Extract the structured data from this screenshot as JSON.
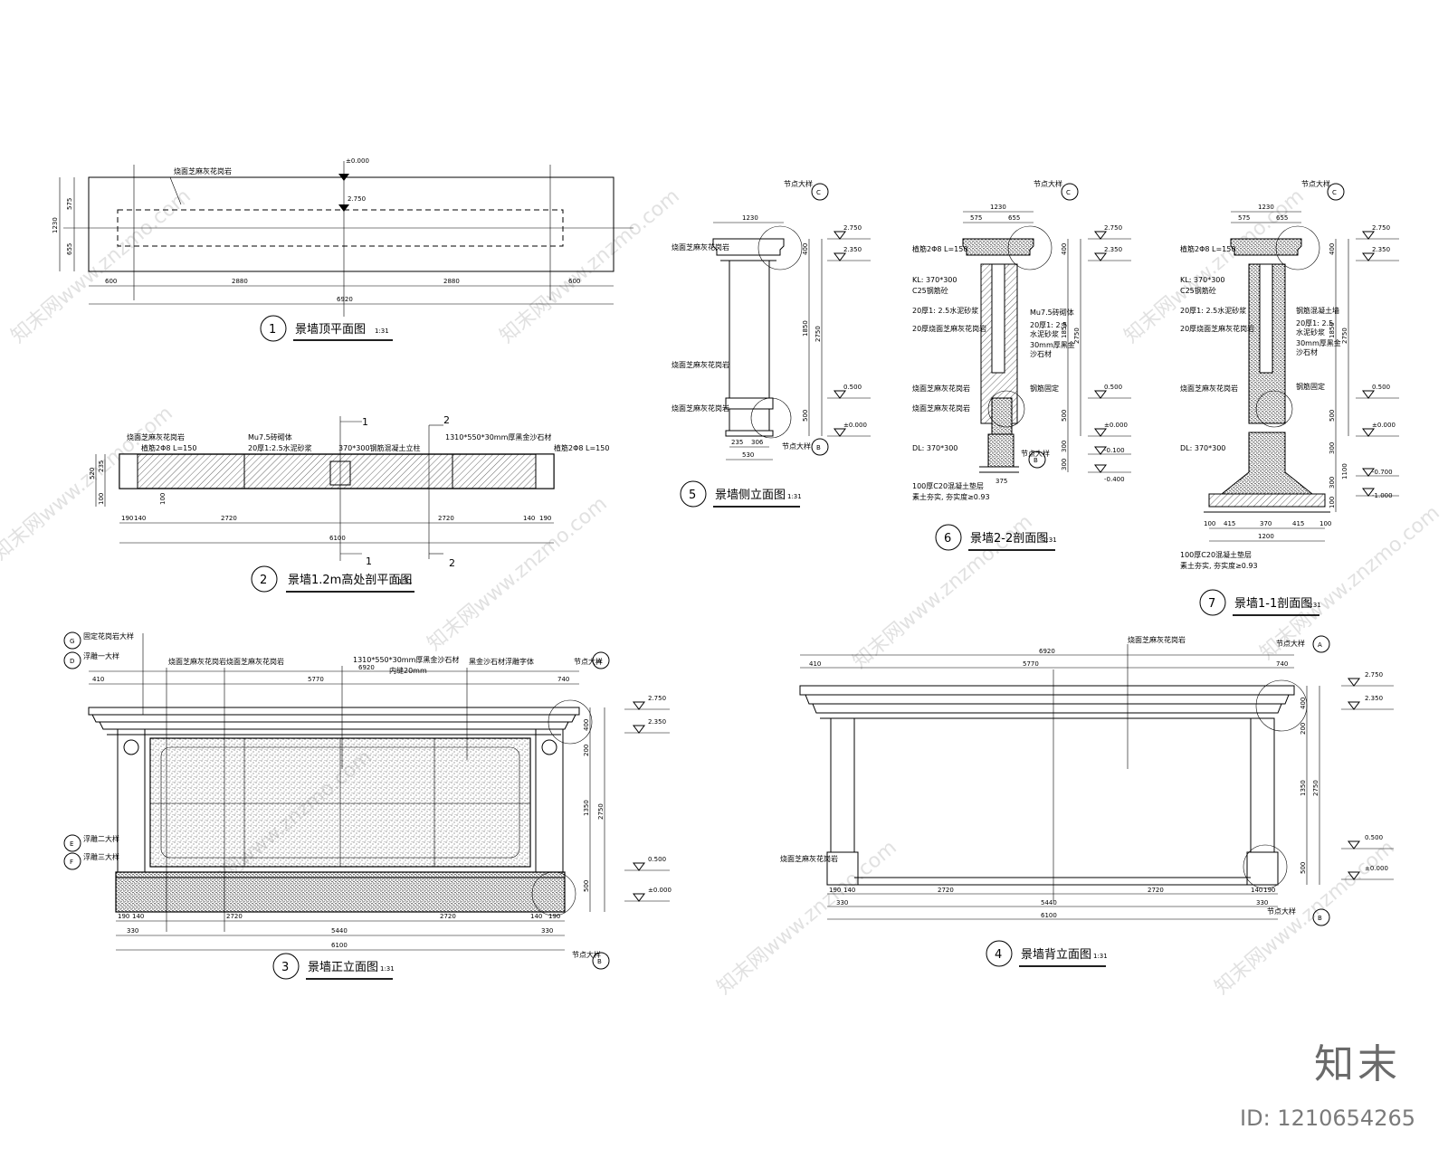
{
  "titles": {
    "t1": "景墙顶平面图",
    "t2": "景墙1.2m高处剖平面图",
    "t3": "景墙正立面图",
    "t4": "景墙背立面图",
    "t5": "景墙侧立面图",
    "t6": "景墙2-2剖面图",
    "t7": "景墙1-1剖面图",
    "scale": "1:31",
    "n1": "1",
    "n2": "2",
    "n3": "3",
    "n4": "4",
    "n5": "5",
    "n6": "6",
    "n7": "7"
  },
  "plan1": {
    "elev_top": "±0.000",
    "elev_mid": "2.750",
    "note": "烧面芝麻灰花岗岩",
    "dims": [
      "600",
      "2880",
      "2880",
      "600",
      "6920",
      "575",
      "655",
      "1230"
    ]
  },
  "plan2": {
    "notes": [
      "烧面芝麻灰花岗岩",
      "Mu7.5砖砌体",
      "20厚1:2.5水泥砂浆",
      "370*300钢筋混凝土立柱",
      "1310*550*30mm厚黑金沙石材",
      "植筋2Φ8  L=150",
      "植筋2Φ8  L=150"
    ],
    "dims": [
      "190",
      "140",
      "2720",
      "2720",
      "140",
      "190",
      "6100",
      "520",
      "235",
      "100",
      "100"
    ],
    "sec1": "1",
    "sec2": "2"
  },
  "front": {
    "markers": [
      "G",
      "D",
      "E",
      "F",
      "A",
      "B"
    ],
    "notes": [
      "固定花岗岩大样",
      "浮雕一大样",
      "浮雕二大样",
      "浮雕三大样",
      "烧面芝麻灰花岗岩",
      "烧面芝麻灰花岗岩",
      "1310*550*30mm厚黑金沙石材",
      "黑金沙石材浮雕字体",
      "节点大样",
      "节点大样",
      "内缝20mm"
    ],
    "dims_top": [
      "410",
      "5770",
      "740",
      "6920"
    ],
    "dims_bot": [
      "190",
      "140",
      "2720",
      "2720",
      "140",
      "190",
      "330",
      "5440",
      "330",
      "6100"
    ],
    "dims_right": [
      "400",
      "200",
      "1350",
      "2750",
      "500"
    ],
    "elevs": [
      "2.750",
      "2.350",
      "0.500",
      "±0.000"
    ]
  },
  "back": {
    "markers": [
      "A",
      "B"
    ],
    "notes": [
      "烧面芝麻灰花岗岩",
      "烧面芝麻灰花岗岩",
      "节点大样",
      "节点大样"
    ],
    "dims_top": [
      "410",
      "5770",
      "740",
      "6920"
    ],
    "dims_bot": [
      "190",
      "140",
      "2720",
      "2720",
      "140",
      "190",
      "330",
      "5440",
      "330",
      "6100"
    ],
    "dims_right": [
      "400",
      "200",
      "1350",
      "2750",
      "500"
    ],
    "elevs": [
      "2.750",
      "2.350",
      "0.500",
      "±0.000"
    ]
  },
  "side5": {
    "markers": [
      "C",
      "B"
    ],
    "notes": [
      "烧面芝麻灰花岗岩",
      "烧面芝麻灰花岗岩",
      "烧面芝麻灰花岗岩",
      "节点大样",
      "节点大样"
    ],
    "dims": [
      "1230",
      "235",
      "306",
      "530",
      "400",
      "1850",
      "2750",
      "500"
    ],
    "elevs": [
      "2.750",
      "2.350",
      "0.500",
      "±0.000"
    ]
  },
  "sec6": {
    "markers": [
      "C",
      "B"
    ],
    "notes": [
      "植筋2Φ8  L=150",
      "KL: 370*300",
      "C25钢筋砼",
      "20厚1: 2.5水泥砂浆",
      "20厚烧面芝麻灰花岗岩",
      "Mu7.5砖砌体",
      "20厚1: 2.5",
      "水泥砂浆",
      "30mm厚黑金",
      "沙石材",
      "钢筋固定",
      "烧面芝麻灰花岗岩",
      "烧面芝麻灰花岗岩",
      "DL: 370*300",
      "100厚C20混凝土垫层",
      "素土夯实, 夯实度≥0.93",
      "节点大样",
      "节点大样"
    ],
    "dims": [
      "1230",
      "575",
      "655",
      "400",
      "1850",
      "2750",
      "500",
      "300",
      "300",
      "375"
    ],
    "elevs": [
      "2.750",
      "2.350",
      "0.500",
      "±0.000",
      "-0.100",
      "-0.400"
    ]
  },
  "sec7": {
    "notes": [
      "植筋2Φ8  L=150",
      "KL: 370*300",
      "C25钢筋砼",
      "20厚1: 2.5水泥砂浆",
      "20厚烧面芝麻灰花岗岩",
      "钢筋混凝土墙",
      "20厚1: 2.5",
      "水泥砂浆",
      "30mm厚黑金",
      "沙石材",
      "钢筋固定",
      "烧面芝麻灰花岗岩",
      "DL: 370*300",
      "100厚C20混凝土垫层",
      "素土夯实, 夯实度≥0.93",
      "节点大样"
    ],
    "dims": [
      "1230",
      "575",
      "655",
      "400",
      "1850",
      "2750",
      "500",
      "300",
      "300",
      "1100",
      "100",
      "415",
      "370",
      "415",
      "100",
      "1200"
    ],
    "elevs": [
      "2.750",
      "2.350",
      "0.500",
      "±0.000",
      "-0.700",
      "-1.000"
    ]
  },
  "watermark": "知末网www.znzmo.com",
  "brand": "知末",
  "id_label": "ID: 1210654265"
}
